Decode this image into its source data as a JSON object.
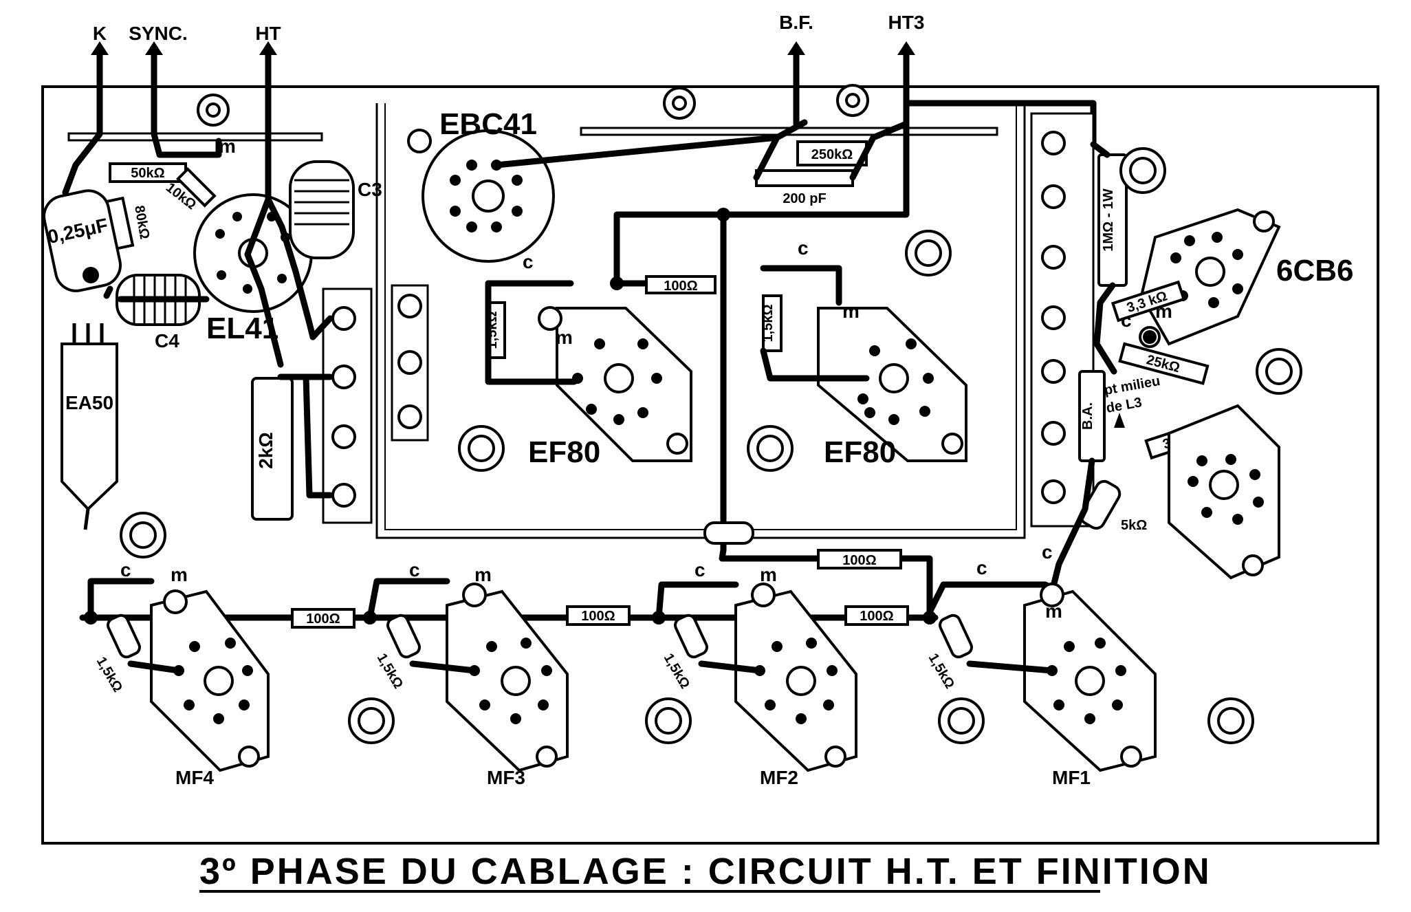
{
  "diagram": {
    "caption": "3º PHASE DU CABLAGE : CIRCUIT H.T. ET FINITION",
    "terminals": {
      "k": "K",
      "sync": "SYNC.",
      "ht": "HT",
      "bf": "B.F.",
      "ht3": "HT3"
    },
    "tubes": {
      "ebc41": "EBC41",
      "el41": "EL41",
      "ea50": "EA50",
      "ef80_a": "EF80",
      "ef80_b": "EF80",
      "sixcb6": "6CB6",
      "mf1": "MF1",
      "mf2": "MF2",
      "mf3": "MF3",
      "mf4": "MF4"
    },
    "components": {
      "r_50k": "50kΩ",
      "r_80k": "80kΩ",
      "r_10k": "10kΩ",
      "c_025": "0,25μF",
      "c3": "C3",
      "c4": "C4",
      "r_2k": "2kΩ",
      "r_250k": "250kΩ",
      "c_200p": "200 pF",
      "r_100_top": "100Ω",
      "r_15k_left": "1,5kΩ",
      "r_15k_right": "1,5kΩ",
      "r_1m_1w": "1MΩ - 1W",
      "r_33k_a": "3,3 kΩ",
      "r_25k": "25kΩ",
      "r_33k_b": "3,3 KΩ",
      "r_5k": "5kΩ",
      "ba": "B.A.",
      "milieu_1": "pt milieu",
      "milieu_2": "de L3",
      "r_100_mid": "100Ω",
      "r_100_a": "100Ω",
      "r_100_b": "100Ω",
      "r_100_c": "100Ω",
      "r_15k_mf4": "1,5kΩ",
      "r_15k_mf3": "1,5kΩ",
      "r_15k_mf2": "1,5kΩ",
      "r_15k_mf1": "1,5kΩ"
    },
    "marks": {
      "m": "m",
      "c": "c"
    }
  }
}
